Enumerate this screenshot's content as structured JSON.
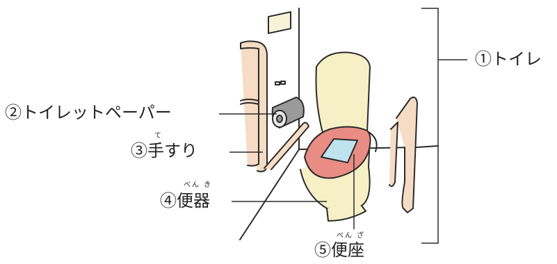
{
  "labels": {
    "toilet": "①トイレ",
    "toilet_paper": "②トイレットペーパー",
    "handrail": "③手すり",
    "handrail_ruby": "て",
    "toilet_bowl": "④便器",
    "toilet_bowl_ruby": "べん き",
    "toilet_seat": "⑤便座",
    "toilet_seat_ruby": "べん ざ"
  },
  "colors": {
    "line": "#2a2a2a",
    "handrail": "#f6dcc4",
    "bowl": "#f7f0c6",
    "seat": "#e88c84",
    "water": "#bfe3ef",
    "paper_holder": "#9a9a9a"
  }
}
